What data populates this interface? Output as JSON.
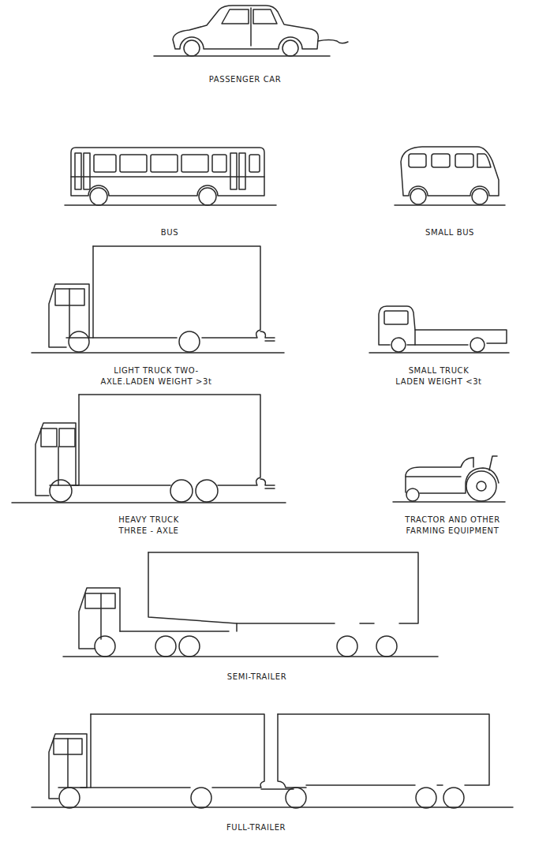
{
  "diagram": {
    "labels": [
      "PASSENGER CAR",
      "BUS",
      "SMALL BUS",
      "LIGHT TRUCK TWO-AXLE.LADEN WEIGHT >3t",
      "SMALL TRUCK LADEN WEIGHT <3t",
      "HEAVY TRUCK THREE - AXLE",
      "TRACTOR AND OTHER FARMING EQUIPMENT",
      "SEMI-TRAILER",
      "FULL-TRAILER"
    ]
  }
}
